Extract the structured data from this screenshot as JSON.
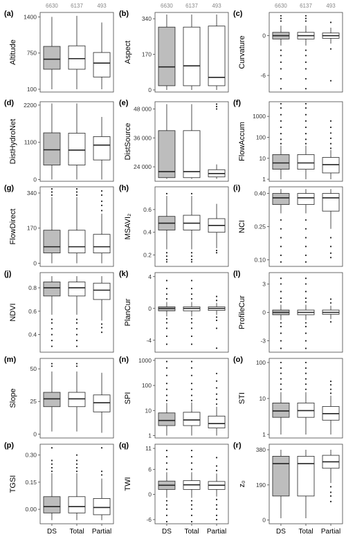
{
  "counts": [
    "6630",
    "6137",
    "493"
  ],
  "groups": [
    "DS",
    "Total",
    "Partial"
  ],
  "colors": {
    "ds_fill": "#bdbdbd",
    "box_fill": "#ffffff",
    "stroke": "#222222",
    "frame": "#444444"
  },
  "chart_data": [
    {
      "type": "box",
      "letter": "(a)",
      "ylabel": "Altitude",
      "ylim": [
        50,
        1480
      ],
      "yticks": [
        100,
        750,
        1400
      ],
      "yticklabels": [
        "100",
        "750",
        "1400"
      ],
      "boxes": [
        {
          "whisker_low": 100,
          "q1": 460,
          "median": 640,
          "q3": 870,
          "whisker_high": 1400,
          "outliers": []
        },
        {
          "whisker_low": 100,
          "q1": 460,
          "median": 650,
          "q3": 880,
          "whisker_high": 1420,
          "outliers": []
        },
        {
          "whisker_low": 100,
          "q1": 320,
          "median": 570,
          "q3": 760,
          "whisker_high": 1300,
          "outliers": []
        }
      ]
    },
    {
      "type": "box",
      "letter": "(b)",
      "ylabel": "Aspect",
      "ylim": [
        -10,
        370
      ],
      "yticks": [
        0,
        170,
        340
      ],
      "yticklabels": [
        "0",
        "170",
        "340"
      ],
      "boxes": [
        {
          "whisker_low": 0,
          "q1": 20,
          "median": 110,
          "q3": 300,
          "whisker_high": 360,
          "outliers": []
        },
        {
          "whisker_low": 0,
          "q1": 20,
          "median": 115,
          "q3": 300,
          "whisker_high": 360,
          "outliers": []
        },
        {
          "whisker_low": 0,
          "q1": 20,
          "median": 60,
          "q3": 305,
          "whisker_high": 360,
          "outliers": []
        }
      ]
    },
    {
      "type": "box",
      "letter": "(c)",
      "ylabel": "Curvature",
      "ylim": [
        -8.5,
        3.5
      ],
      "yticks": [
        -6,
        0
      ],
      "yticklabels": [
        "-6",
        "0"
      ],
      "boxes": [
        {
          "whisker_low": -1.5,
          "q1": -0.5,
          "median": 0,
          "q3": 0.5,
          "whisker_high": 1.5,
          "outliers": [
            -8,
            -6.5,
            -5,
            -4,
            -3,
            -2.2,
            2.2,
            2.6,
            3
          ]
        },
        {
          "whisker_low": -1.5,
          "q1": -0.5,
          "median": 0,
          "q3": 0.5,
          "whisker_high": 1.5,
          "outliers": [
            -8,
            -6.5,
            -5,
            -4,
            -3,
            -2.2,
            2.2,
            2.6,
            3
          ]
        },
        {
          "whisker_low": -1.2,
          "q1": -0.4,
          "median": 0,
          "q3": 0.4,
          "whisker_high": 1.2,
          "outliers": [
            -2,
            -6.8,
            2
          ]
        }
      ]
    },
    {
      "type": "box",
      "letter": "(d)",
      "ylabel": "DistHydroNet",
      "ylim": [
        -50,
        2300
      ],
      "yticks": [
        0,
        1100,
        2200
      ],
      "yticklabels": [
        "0",
        "1100",
        "2200"
      ],
      "boxes": [
        {
          "whisker_low": 0,
          "q1": 430,
          "median": 880,
          "q3": 1380,
          "whisker_high": 2250,
          "outliers": []
        },
        {
          "whisker_low": 0,
          "q1": 430,
          "median": 870,
          "q3": 1370,
          "whisker_high": 2250,
          "outliers": []
        },
        {
          "whisker_low": 0,
          "q1": 580,
          "median": 1020,
          "q3": 1270,
          "whisker_high": 1850,
          "outliers": []
        }
      ]
    },
    {
      "type": "box",
      "letter": "(e)",
      "ylabel": "DistSource",
      "ylim": [
        18000,
        51000
      ],
      "yticks": [
        24000,
        36000,
        48000
      ],
      "yticklabels": [
        "24 000",
        "36 000",
        "48 000"
      ],
      "boxes": [
        {
          "whisker_low": 19000,
          "q1": 19500,
          "median": 22000,
          "q3": 39000,
          "whisker_high": 50000,
          "outliers": []
        },
        {
          "whisker_low": 19000,
          "q1": 19500,
          "median": 22000,
          "q3": 39000,
          "whisker_high": 50000,
          "outliers": []
        },
        {
          "whisker_low": 19000,
          "q1": 19800,
          "median": 21200,
          "q3": 22800,
          "whisker_high": 25000,
          "outliers": [
            48000,
            49000,
            50000
          ]
        }
      ]
    },
    {
      "type": "box",
      "letter": "(f)",
      "ylabel": "FlowAccum",
      "scale": "log",
      "ylim": [
        0.8,
        5000
      ],
      "yticks": [
        1,
        10,
        100,
        1000
      ],
      "yticklabels": [
        "1",
        "10",
        "100",
        "1000"
      ],
      "boxes": [
        {
          "whisker_low": 1,
          "q1": 3,
          "median": 6,
          "q3": 15,
          "whisker_high": 40,
          "outliers": [
            50,
            80,
            150,
            300,
            600,
            1200,
            2500,
            4000
          ]
        },
        {
          "whisker_low": 1,
          "q1": 3,
          "median": 6,
          "q3": 15,
          "whisker_high": 40,
          "outliers": [
            50,
            80,
            150,
            300,
            600,
            1200,
            2500,
            4000
          ]
        },
        {
          "whisker_low": 1,
          "q1": 2,
          "median": 5,
          "q3": 11,
          "whisker_high": 25,
          "outliers": [
            30,
            50,
            90,
            160,
            300,
            600
          ]
        }
      ]
    },
    {
      "type": "box",
      "letter": "(g)",
      "ylabel": "FlowDirect",
      "ylim": [
        -15,
        370
      ],
      "yticks": [
        0,
        170,
        340
      ],
      "yticklabels": [
        "0",
        "170",
        "340"
      ],
      "boxes": [
        {
          "whisker_low": 0,
          "q1": 50,
          "median": 80,
          "q3": 160,
          "whisker_high": 320,
          "outliers": [
            330,
            345,
            360
          ]
        },
        {
          "whisker_low": 0,
          "q1": 50,
          "median": 80,
          "q3": 160,
          "whisker_high": 320,
          "outliers": [
            330,
            345,
            360
          ]
        },
        {
          "whisker_low": 0,
          "q1": 50,
          "median": 80,
          "q3": 140,
          "whisker_high": 240,
          "outliers": [
            255,
            280,
            300,
            330,
            350
          ]
        }
      ]
    },
    {
      "type": "box",
      "letter": "(h)",
      "ylabel": "MSAVI₂",
      "ylim": [
        0.1,
        0.8
      ],
      "yticks": [
        0.2,
        0.4,
        0.6
      ],
      "yticklabels": [
        "0.2",
        "0.4",
        "0.6"
      ],
      "boxes": [
        {
          "whisker_low": 0.25,
          "q1": 0.42,
          "median": 0.48,
          "q3": 0.54,
          "whisker_high": 0.72,
          "outliers": [
            0.14,
            0.16,
            0.19,
            0.22,
            0.74
          ]
        },
        {
          "whisker_low": 0.25,
          "q1": 0.42,
          "median": 0.48,
          "q3": 0.55,
          "whisker_high": 0.72,
          "outliers": [
            0.14,
            0.16,
            0.19,
            0.22,
            0.74
          ]
        },
        {
          "whisker_low": 0.26,
          "q1": 0.4,
          "median": 0.46,
          "q3": 0.52,
          "whisker_high": 0.65,
          "outliers": [
            0.22,
            0.24
          ]
        }
      ]
    },
    {
      "type": "box",
      "letter": "(i)",
      "ylabel": "NCI",
      "ylim": [
        0.07,
        0.43
      ],
      "yticks": [
        0.1,
        0.25,
        0.4
      ],
      "yticklabels": [
        "0.10",
        "0.25",
        "0.40"
      ],
      "boxes": [
        {
          "whisker_low": 0.31,
          "q1": 0.35,
          "median": 0.38,
          "q3": 0.4,
          "whisker_high": 0.42,
          "outliers": [
            0.28,
            0.24,
            0.2,
            0.16,
            0.12,
            0.09
          ]
        },
        {
          "whisker_low": 0.31,
          "q1": 0.35,
          "median": 0.38,
          "q3": 0.4,
          "whisker_high": 0.42,
          "outliers": [
            0.28,
            0.24,
            0.2,
            0.16,
            0.12,
            0.09
          ]
        },
        {
          "whisker_low": 0.24,
          "q1": 0.32,
          "median": 0.38,
          "q3": 0.4,
          "whisker_high": 0.42,
          "outliers": [
            0.2,
            0.16,
            0.13,
            0.11
          ]
        }
      ]
    },
    {
      "type": "box",
      "letter": "(j)",
      "ylabel": "NDVI",
      "ylim": [
        0.25,
        0.93
      ],
      "yticks": [
        0.4,
        0.6,
        0.8
      ],
      "yticklabels": [
        "0.4",
        "0.6",
        "0.8"
      ],
      "boxes": [
        {
          "whisker_low": 0.57,
          "q1": 0.73,
          "median": 0.8,
          "q3": 0.85,
          "whisker_high": 0.9,
          "outliers": [
            0.3,
            0.35,
            0.4,
            0.45,
            0.5,
            0.53
          ]
        },
        {
          "whisker_low": 0.57,
          "q1": 0.73,
          "median": 0.8,
          "q3": 0.85,
          "whisker_high": 0.9,
          "outliers": [
            0.3,
            0.35,
            0.4,
            0.45,
            0.5,
            0.53
          ]
        },
        {
          "whisker_low": 0.52,
          "q1": 0.7,
          "median": 0.78,
          "q3": 0.84,
          "whisker_high": 0.9,
          "outliers": [
            0.42,
            0.46,
            0.49
          ]
        }
      ]
    },
    {
      "type": "box",
      "letter": "(k)",
      "ylabel": "PlanCur",
      "ylim": [
        -5.5,
        4.5
      ],
      "yticks": [
        -4,
        0,
        4
      ],
      "yticklabels": [
        "-4",
        "0",
        "4"
      ],
      "boxes": [
        {
          "whisker_low": -1.0,
          "q1": -0.3,
          "median": 0,
          "q3": 0.2,
          "whisker_high": 0.8,
          "outliers": [
            -4.5,
            -3.5,
            -2.5,
            -1.8,
            -1.3,
            1.2,
            1.8,
            2.5,
            3.5
          ]
        },
        {
          "whisker_low": -1.0,
          "q1": -0.3,
          "median": 0,
          "q3": 0.2,
          "whisker_high": 0.8,
          "outliers": [
            -4.5,
            -3.5,
            -2.5,
            -1.8,
            -1.3,
            1.2,
            1.8,
            2.5,
            3.5
          ]
        },
        {
          "whisker_low": -0.8,
          "q1": -0.25,
          "median": 0,
          "q3": 0.2,
          "whisker_high": 0.7,
          "outliers": [
            -5,
            -2.5,
            -1.5,
            -1.1,
            1.0,
            1.5
          ]
        }
      ]
    },
    {
      "type": "box",
      "letter": "(l)",
      "ylabel": "ProfileCur",
      "ylim": [
        -4.2,
        4.2
      ],
      "yticks": [
        -3,
        0,
        3
      ],
      "yticklabels": [
        "-3",
        "0",
        "3"
      ],
      "boxes": [
        {
          "whisker_low": -0.8,
          "q1": -0.25,
          "median": 0,
          "q3": 0.25,
          "whisker_high": 0.8,
          "outliers": [
            -3.8,
            -3,
            -2.2,
            -1.5,
            -1.1,
            1.1,
            1.5,
            2.2,
            3,
            3.6
          ]
        },
        {
          "whisker_low": -0.8,
          "q1": -0.25,
          "median": 0,
          "q3": 0.25,
          "whisker_high": 0.8,
          "outliers": [
            -3.8,
            -3,
            -2.2,
            -1.5,
            -1.1,
            1.1,
            1.5,
            2.2,
            3,
            3.6
          ]
        },
        {
          "whisker_low": -0.7,
          "q1": -0.2,
          "median": 0,
          "q3": 0.25,
          "whisker_high": 0.7,
          "outliers": [
            -1.0,
            1.0,
            1.4
          ]
        }
      ]
    },
    {
      "type": "box",
      "letter": "(m)",
      "ylabel": "Slope",
      "ylim": [
        -3,
        58
      ],
      "yticks": [
        0,
        25,
        50
      ],
      "yticklabels": [
        "0",
        "25",
        "50"
      ],
      "boxes": [
        {
          "whisker_low": 2,
          "q1": 21,
          "median": 27,
          "q3": 32,
          "whisker_high": 48,
          "outliers": [
            52,
            54
          ]
        },
        {
          "whisker_low": 2,
          "q1": 21,
          "median": 27,
          "q3": 32,
          "whisker_high": 48,
          "outliers": [
            52,
            54
          ]
        },
        {
          "whisker_low": 1,
          "q1": 17,
          "median": 24,
          "q3": 30,
          "whisker_high": 47,
          "outliers": []
        }
      ]
    },
    {
      "type": "box",
      "letter": "(n)",
      "scale": "log",
      "ylabel": "SPI",
      "ylim": [
        0.8,
        1200
      ],
      "yticks": [
        1,
        10,
        100,
        1000
      ],
      "yticklabels": [
        "1",
        "10",
        "100",
        "1000"
      ],
      "boxes": [
        {
          "whisker_low": 1,
          "q1": 2.5,
          "median": 4,
          "q3": 8,
          "whisker_high": 20,
          "outliers": [
            25,
            40,
            70,
            120,
            250,
            500,
            900
          ]
        },
        {
          "whisker_low": 1,
          "q1": 2.5,
          "median": 4.2,
          "q3": 8.5,
          "whisker_high": 21,
          "outliers": [
            25,
            40,
            70,
            120,
            250,
            500,
            900
          ]
        },
        {
          "whisker_low": 1,
          "q1": 2,
          "median": 3,
          "q3": 6,
          "whisker_high": 14,
          "outliers": [
            18,
            28,
            45,
            80,
            150,
            300
          ]
        }
      ]
    },
    {
      "type": "box",
      "letter": "(o)",
      "scale": "log",
      "ylabel": "STI",
      "ylim": [
        0.8,
        130
      ],
      "yticks": [
        1,
        10,
        100
      ],
      "yticklabels": [
        "1",
        "10",
        "100"
      ],
      "boxes": [
        {
          "whisker_low": 1,
          "q1": 3,
          "median": 4.5,
          "q3": 7.5,
          "whisker_high": 15,
          "outliers": [
            18,
            25,
            35,
            50,
            70,
            100
          ]
        },
        {
          "whisker_low": 1,
          "q1": 3,
          "median": 4.6,
          "q3": 7.5,
          "whisker_high": 15,
          "outliers": [
            18,
            25,
            35,
            50,
            70,
            100
          ]
        },
        {
          "whisker_low": 1,
          "q1": 2.5,
          "median": 3.8,
          "q3": 6,
          "whisker_high": 12,
          "outliers": [
            14,
            18,
            24,
            30
          ]
        }
      ]
    },
    {
      "type": "box",
      "letter": "(p)",
      "ylabel": "TGSI",
      "ylim": [
        -0.08,
        0.36
      ],
      "yticks": [
        0,
        0.15,
        0.3
      ],
      "yticklabels": [
        "0.00",
        "0.15",
        "0.30"
      ],
      "boxes": [
        {
          "whisker_low": -0.06,
          "q1": -0.02,
          "median": 0.015,
          "q3": 0.07,
          "whisker_high": 0.2,
          "outliers": [
            0.21,
            0.23,
            0.25,
            0.27,
            0.34
          ]
        },
        {
          "whisker_low": -0.06,
          "q1": -0.02,
          "median": 0.015,
          "q3": 0.07,
          "whisker_high": 0.2,
          "outliers": [
            0.21,
            0.23,
            0.25,
            0.27,
            0.3
          ]
        },
        {
          "whisker_low": -0.06,
          "q1": -0.03,
          "median": 0.01,
          "q3": 0.06,
          "whisker_high": 0.17,
          "outliers": [
            0.19,
            0.21,
            0.34
          ]
        }
      ]
    },
    {
      "type": "box",
      "letter": "(q)",
      "ylabel": "TWI",
      "ylim": [
        -7,
        12
      ],
      "yticks": [
        -6,
        0,
        6,
        11
      ],
      "yticklabels": [
        "-6",
        "0",
        "6",
        "11"
      ],
      "boxes": [
        {
          "whisker_low": -0.8,
          "q1": 1.2,
          "median": 2.2,
          "q3": 3.2,
          "whisker_high": 5.3,
          "outliers": [
            -6.5,
            -5,
            -3.5,
            -2.5,
            -1.5,
            6,
            7.5,
            9,
            10.5
          ]
        },
        {
          "whisker_low": -0.8,
          "q1": 1.2,
          "median": 2.3,
          "q3": 3.3,
          "whisker_high": 5.3,
          "outliers": [
            -6.5,
            -5,
            -3.5,
            -2.5,
            -1.5,
            6,
            7.5,
            9,
            10.5
          ]
        },
        {
          "whisker_low": -0.5,
          "q1": 1.2,
          "median": 2.2,
          "q3": 3.1,
          "whisker_high": 5.0,
          "outliers": [
            -6,
            -5,
            -3.5,
            -2.5,
            -1.2,
            5.7,
            6.8,
            8.8
          ]
        }
      ]
    },
    {
      "type": "box",
      "letter": "(r)",
      "ylabel": "z₀",
      "ylim": [
        -20,
        410
      ],
      "yticks": [
        0,
        190,
        380
      ],
      "yticklabels": [
        "0",
        "190",
        "380"
      ],
      "boxes": [
        {
          "whisker_low": 10,
          "q1": 130,
          "median": 305,
          "q3": 345,
          "whisker_high": 380,
          "outliers": []
        },
        {
          "whisker_low": 10,
          "q1": 130,
          "median": 305,
          "q3": 345,
          "whisker_high": 380,
          "outliers": []
        },
        {
          "whisker_low": 200,
          "q1": 280,
          "median": 315,
          "q3": 350,
          "whisker_high": 380,
          "outliers": [
            100,
            130,
            150,
            180
          ]
        }
      ]
    }
  ]
}
